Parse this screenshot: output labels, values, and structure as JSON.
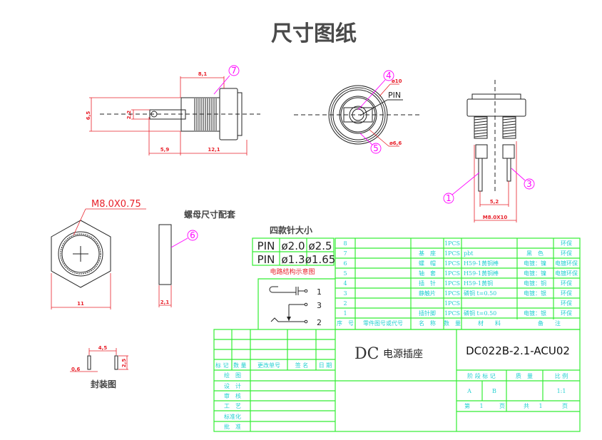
{
  "title": "尺寸图纸",
  "side_view": {
    "dims": {
      "total_width": "8,1",
      "height": "6,5",
      "pin_hole": "2,2",
      "tail": "5,9",
      "body": "12,1"
    },
    "balloon": "7"
  },
  "front_view": {
    "balloons": [
      "4",
      "5"
    ],
    "dim_outer": "ø10",
    "dim_inner": "ø6,6",
    "pin_label": "PIN"
  },
  "bottom_view": {
    "balloons": [
      "1",
      "3"
    ],
    "pin_spacing": "5,2",
    "thread": "M8.0X10"
  },
  "nut": {
    "thread_label": "M8.0X0.75",
    "width": "11",
    "thickness": "2,1",
    "caption": "螺母尺寸配套",
    "balloon": "6"
  },
  "footprint": {
    "spacing": "4,5",
    "pad_width": "0,6",
    "pad_height": "2,5",
    "caption": "封装图"
  },
  "pin_sizes": {
    "caption": "四款针大小",
    "rows": [
      [
        "PIN",
        "ø2.0",
        "ø2.5"
      ],
      [
        "PIN",
        "ø1.3",
        "ø1.65"
      ]
    ]
  },
  "circuit": {
    "caption": "电路结构示意图",
    "terminals": [
      "1",
      "3",
      "2"
    ]
  },
  "bom": {
    "rows": [
      {
        "no": "8",
        "code": "",
        "name": "",
        "qty": "1PCS",
        "material": "",
        "finish": "",
        "note": "环保"
      },
      {
        "no": "7",
        "code": "",
        "name": "基　座",
        "qty": "1PCS",
        "material": "pbt",
        "finish": "黑　色",
        "note": "环保"
      },
      {
        "no": "6",
        "code": "",
        "name": "螺　帽",
        "qty": "1PCS",
        "material": "H59-1黄铜棒",
        "finish": "电镀：镍",
        "note": "电镀环保"
      },
      {
        "no": "5",
        "code": "",
        "name": "轴　套",
        "qty": "1PCS",
        "material": "H59-1黄铜棒",
        "finish": "电镀：镍",
        "note": "电镀环保"
      },
      {
        "no": "4",
        "code": "",
        "name": "插　针",
        "qty": "1PCS",
        "material": "H59-1黄铜",
        "finish": "电镀：铜",
        "note": "环保"
      },
      {
        "no": "3",
        "code": "",
        "name": "静触片",
        "qty": "1PCS",
        "material": "磷铜 t=0.50",
        "finish": "电镀：银",
        "note": "环保"
      },
      {
        "no": "2",
        "code": "",
        "name": "",
        "qty": "1PCS",
        "material": "",
        "finish": "",
        "note": "环保"
      },
      {
        "no": "1",
        "code": "",
        "name": "插针脚",
        "qty": "1PCS",
        "material": "磷铜 t=0.50",
        "finish": "电镀：银",
        "note": "环保"
      }
    ],
    "header": {
      "no": "序　号",
      "code": "零件图号或代号",
      "name": "名　称",
      "qty": "数　量",
      "material": "材　　料",
      "note": "备　　注"
    }
  },
  "title_block": {
    "revision_header": [
      "标 记",
      "数 量",
      "更改单号",
      "签 名",
      "日 期"
    ],
    "roles": [
      "绘　图",
      "设　计",
      "审　核",
      "工　艺",
      "标准化",
      "批　准"
    ],
    "product_name_latin": "DC",
    "product_name_cn": "电源插座",
    "part_number": "DC022B-2.1-ACU02",
    "stage_label": "阶 段 标 记",
    "weight_label": "质　量",
    "scale_label": "比 例",
    "stage_a": "A",
    "stage_b": "B",
    "scale": "1:1",
    "sheet": [
      "第",
      "1",
      "页"
    ],
    "total": [
      "共",
      "1",
      "页"
    ]
  }
}
